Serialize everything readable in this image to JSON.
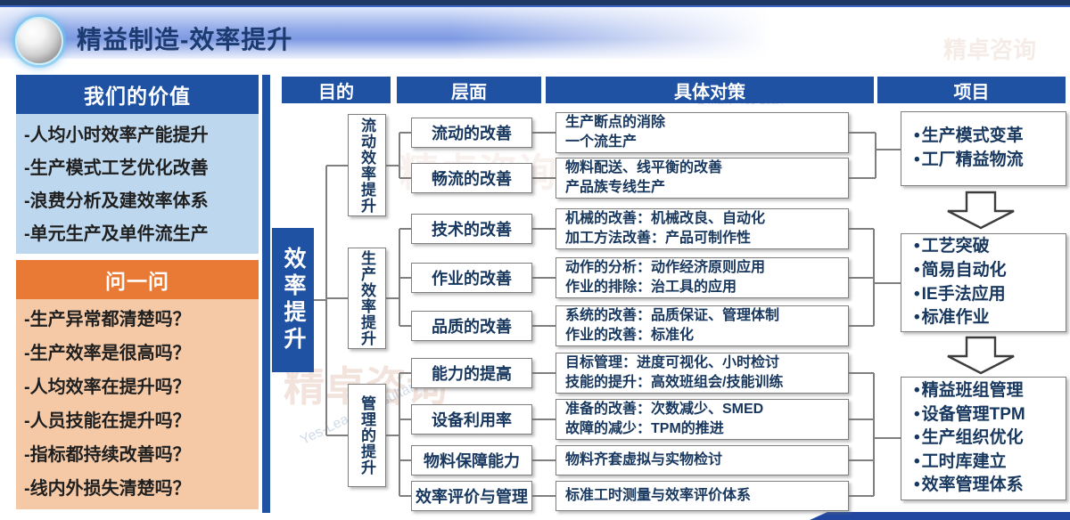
{
  "header": {
    "title": "精益制造-效率提升"
  },
  "sidebar": {
    "values": {
      "title": "我们的价值",
      "items": [
        "-人均小时效率产能提升",
        "-生产模式工艺优化改善",
        "-浪费分析及建效率体系",
        "-单元生产及单件流生产"
      ]
    },
    "questions": {
      "title": "问一问",
      "items": [
        "-生产异常都清楚吗？",
        "-生产效率是很高吗？",
        "-人均效率在提升吗？",
        "-人员技能在提升吗？",
        "-指标都持续改善吗？",
        "-线内外损失清楚吗？"
      ]
    }
  },
  "flowchart": {
    "column_headers": [
      "目的",
      "层面",
      "具体对策",
      "项目"
    ],
    "root": "效率提升",
    "groups": [
      {
        "purpose": "流动效率提升",
        "rows": [
          {
            "layer": "流动的改善",
            "detail": "生产断点的消除\n一个流生产"
          },
          {
            "layer": "畅流的改善",
            "detail": "物料配送、线平衡的改善\n产品族专线生产"
          }
        ],
        "project": [
          "生产模式变革",
          "工厂精益物流"
        ]
      },
      {
        "purpose": "生产效率提升",
        "rows": [
          {
            "layer": "技术的改善",
            "detail": "机械的改善：机械改良、自动化\n加工方法改善：产品可制作性"
          },
          {
            "layer": "作业的改善",
            "detail": "动作的分析：动作经济原则应用\n作业的排除：治工具的应用"
          },
          {
            "layer": "品质的改善",
            "detail": "系统的改善：品质保证、管理体制\n作业的改善：标准化"
          }
        ],
        "project": [
          "工艺突破",
          "简易自动化",
          "IE手法应用",
          "标准作业"
        ]
      },
      {
        "purpose": "管理的提升",
        "rows": [
          {
            "layer": "能力的提高",
            "detail": "目标管理：进度可视化、小时检讨\n技能的提升：高效班组会/技能训练"
          },
          {
            "layer": "设备利用率",
            "detail": "准备的改善：次数减少、SMED\n故障的减少：TPM的推进"
          },
          {
            "layer": "物料保障能力",
            "detail": "物料齐套虚拟与实物检讨"
          },
          {
            "layer": "效率评价与管理",
            "detail": "标准工时测量与效率评价体系"
          }
        ],
        "project": [
          "精益班组管理",
          "设备管理TPM",
          "生产组织优化",
          "工时库建立",
          "效率管理体系"
        ]
      }
    ]
  },
  "watermark": {
    "brand": "精卓咨询",
    "tagline": "Yes-Lean Consultancy",
    "email": "E-Mail：Yes-Lean"
  },
  "colors": {
    "accent_blue": "#2052A3",
    "navy_text": "#17375E",
    "orange": "#E97A35",
    "light_blue": "#BDD7EE",
    "light_orange": "#F6C9A6",
    "topbar_navy": "#1F3864"
  }
}
